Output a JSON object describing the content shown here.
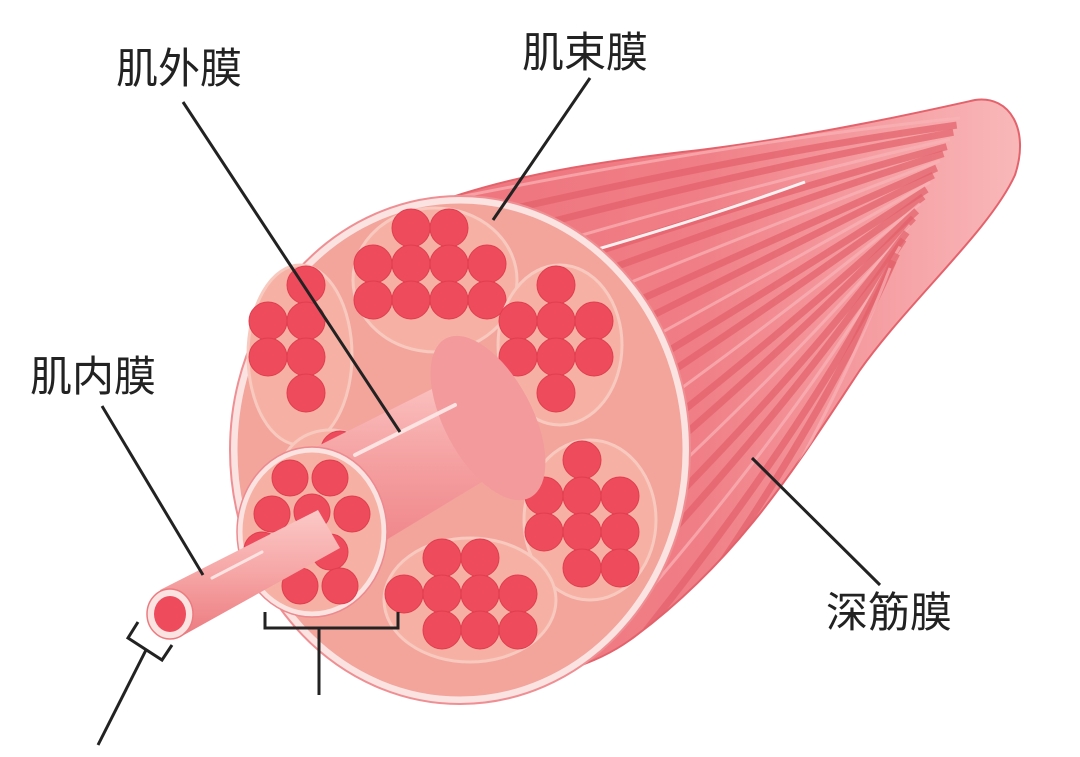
{
  "labels": {
    "epimysium": "肌外膜",
    "perimysium": "肌束膜",
    "endomysium": "肌内膜",
    "deep_fascia": "深筋膜"
  },
  "colors": {
    "muscle_body": "#f17f86",
    "muscle_body_light": "#f9b4b6",
    "muscle_stripe": "#e25f69",
    "cross_section_face": "#f3a49b",
    "fascicle_fill": "#f6b1a4",
    "fiber": "#ee4b5c",
    "fiber_edge": "#e03e50",
    "sheath_rim": "#fbe3e2",
    "tube_body": "#f39497",
    "tube_highlight": "#fccdcb",
    "leader_line": "#222222"
  }
}
